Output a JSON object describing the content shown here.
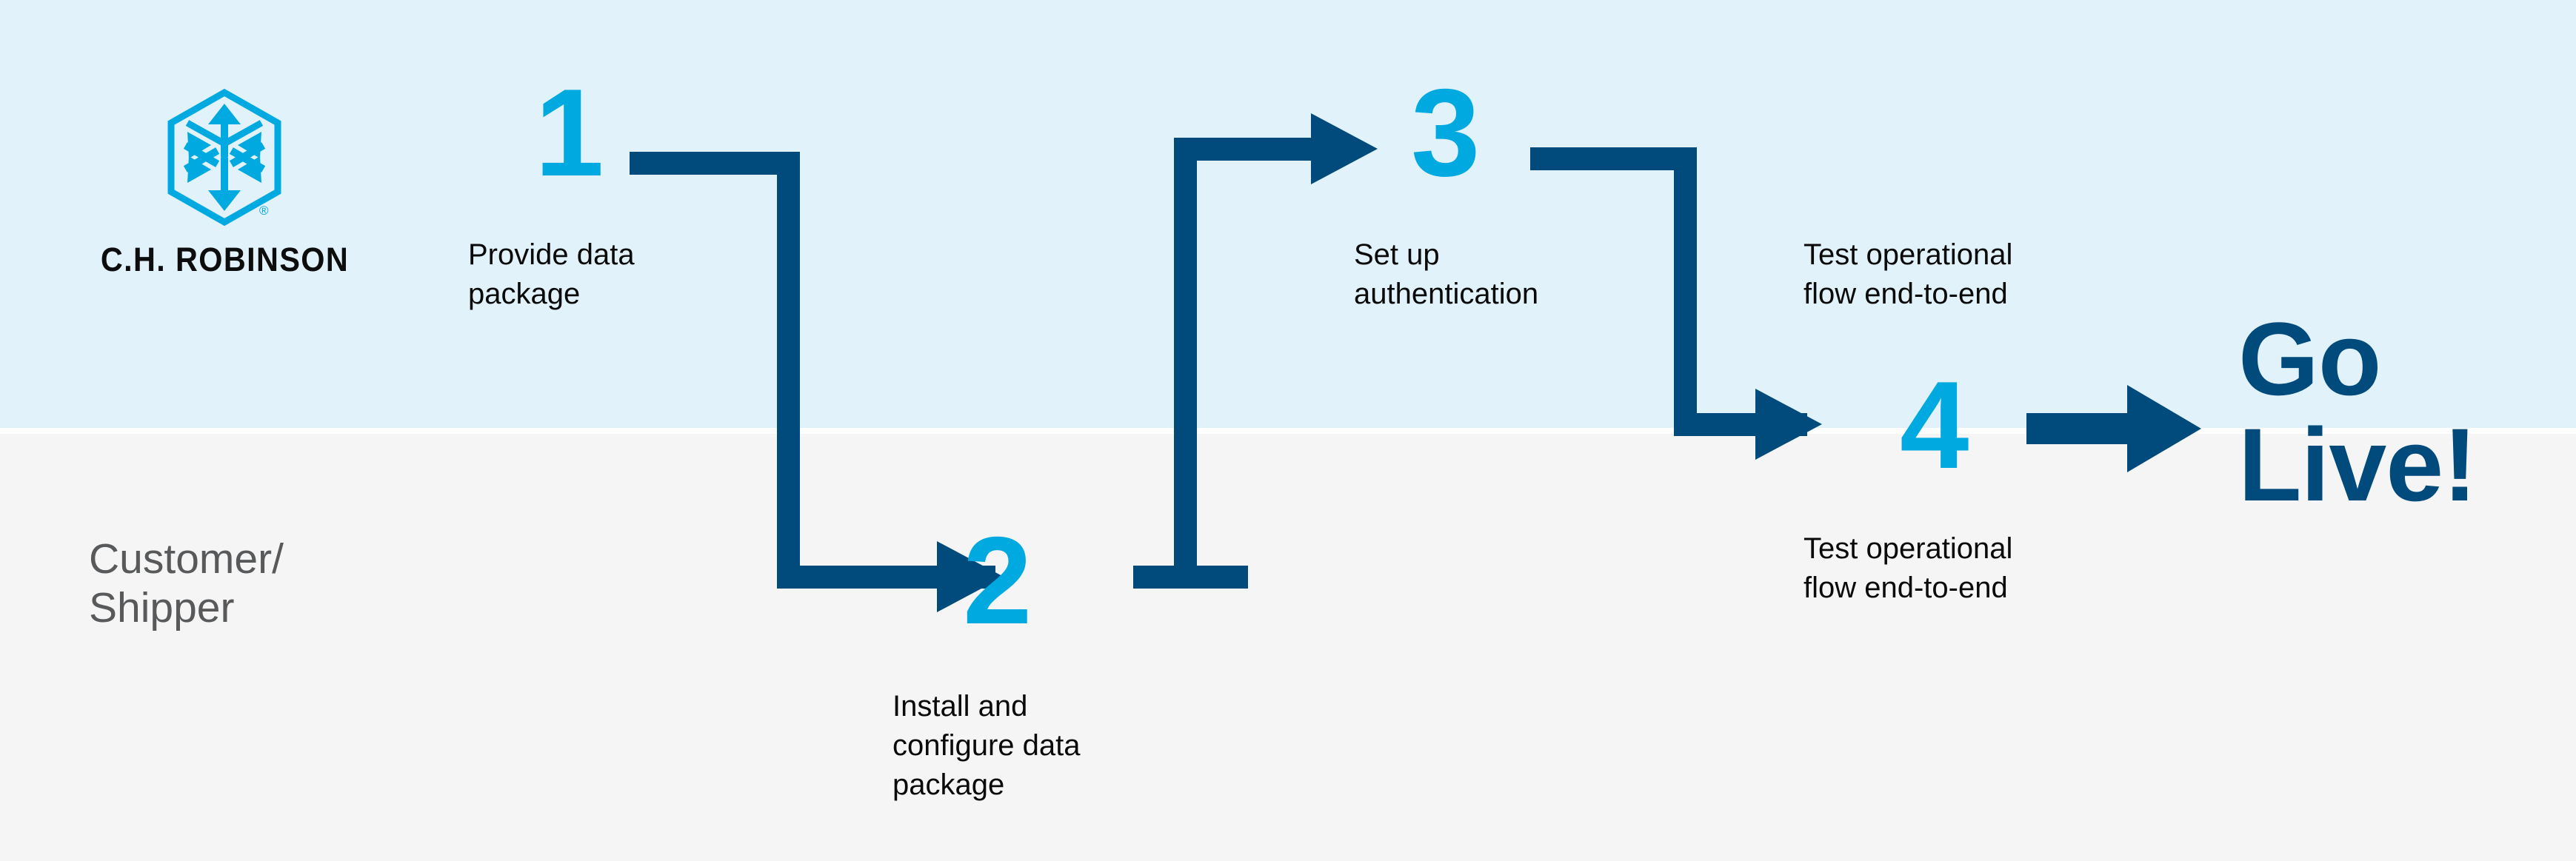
{
  "brand": {
    "name": "C.H. ROBINSON",
    "registered_mark": "®",
    "logo_icon": "ch-robinson-hexagon-cube-logo",
    "accent_light_blue": "#00a9e0",
    "accent_dark_blue": "#004b7c",
    "band_top_color": "#e2f2fb",
    "band_bottom_color": "#f5f5f5",
    "text_color": "#0a0a0a",
    "lane_label_color": "#58595b"
  },
  "lane": {
    "label": "Customer/\nShipper",
    "line1": "Customer/",
    "line2": "Shipper"
  },
  "steps": [
    {
      "number": "1",
      "caption": "Provide data package",
      "caption_line1": "Provide data",
      "caption_line2": "package",
      "lane": "top"
    },
    {
      "number": "2",
      "caption": "Install and configure data package",
      "caption_line1": "Install and",
      "caption_line2": "configure data",
      "caption_line3": "package",
      "lane": "bottom"
    },
    {
      "number": "3",
      "caption": "Set up authentication",
      "caption_line1": "Set up",
      "caption_line2": "authentication",
      "lane": "top"
    },
    {
      "number": "4",
      "caption": "Test operational flow end-to-end",
      "caption_line1": "Test operational",
      "caption_line2": "flow end-to-end",
      "lane": "bottom"
    }
  ],
  "annotations": {
    "test_flow_top_line1": "Test operational",
    "test_flow_top_line2": "flow end-to-end",
    "test_flow_bottom_line1": "Test operational",
    "test_flow_bottom_line2": "flow end-to-end"
  },
  "outcome": {
    "line1": "Go",
    "line2": "Live!"
  },
  "connectors": [
    {
      "id": "c1",
      "from": "1",
      "to": "2",
      "shape": "right-down-right",
      "arrow": "right"
    },
    {
      "id": "c2",
      "from": "2",
      "to": "3",
      "shape": "right-up-right",
      "arrow": "right"
    },
    {
      "id": "c3",
      "from": "3",
      "to": "4",
      "shape": "right-down-right",
      "arrow": "right"
    },
    {
      "id": "c4",
      "from": "4",
      "to": "go-live",
      "shape": "straight-right",
      "arrow": "right"
    }
  ]
}
